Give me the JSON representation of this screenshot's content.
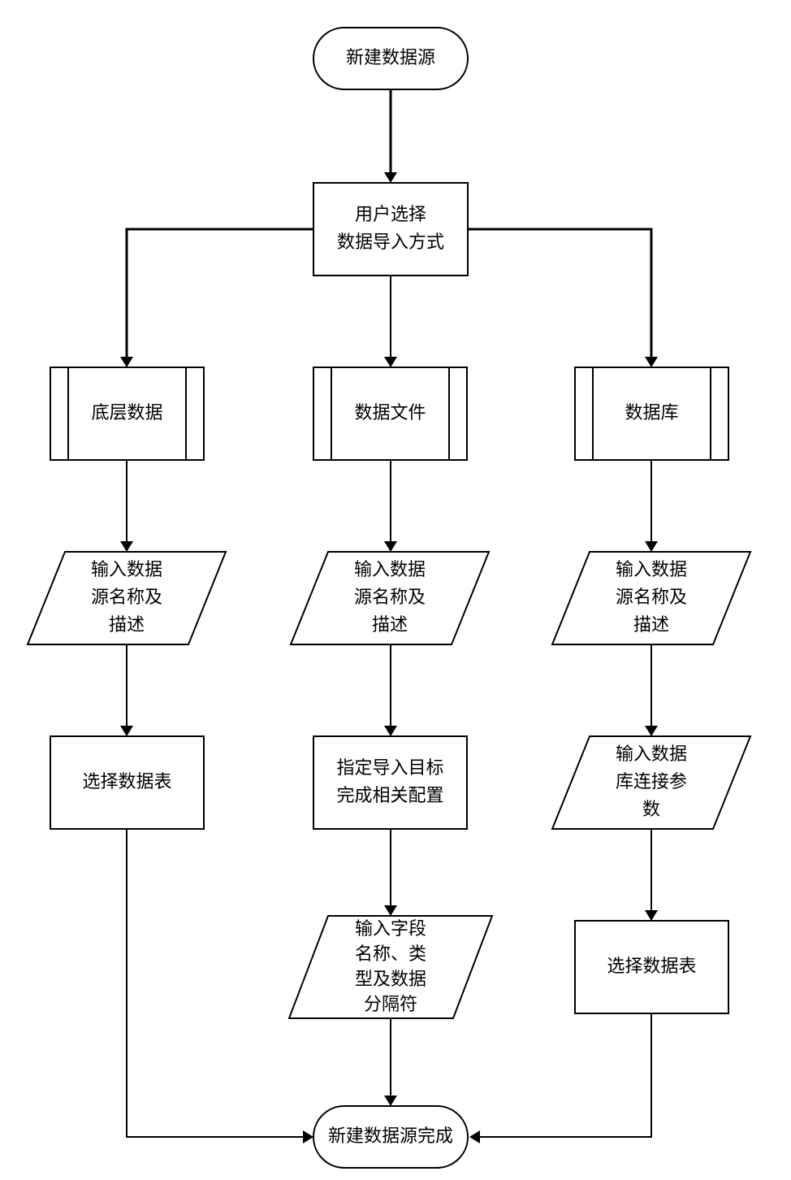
{
  "nodes": {
    "start": "新建数据源",
    "choose_import": "用户选择\n数据导入方式",
    "underlying_data": "底层数据",
    "data_file": "数据文件",
    "database": "数据库",
    "input_desc_left": "输入数据\n源名称及\n描述",
    "input_desc_mid": "输入数据\n源名称及\n描述",
    "input_desc_right": "输入数据\n源名称及\n描述",
    "select_table_left": "选择数据表",
    "specify_target": "指定导入目标\n完成相关配置",
    "db_conn_params": "输入数据\n库连接参\n数",
    "field_info": "输入字段\n名称、类\n型及数据\n分隔符",
    "select_table_right": "选择数据表",
    "end": "新建数据源完成"
  }
}
